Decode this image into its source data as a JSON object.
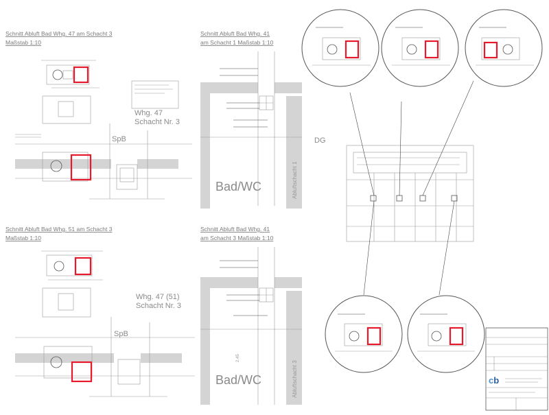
{
  "sections": [
    {
      "title_line1": "Schnitt Abluft Bad Whg. 47 am Schacht 3",
      "title_line2": "Maßstab 1:10"
    },
    {
      "title_line1": "Schnitt Abluft Bad Whg. 41",
      "title_line2": "am Schacht 1 Maßstab 1:10"
    },
    {
      "title_line1": "Schnitt Abluft Bad Whg. 51 am Schacht 3",
      "title_line2": "Maßstab 1:10"
    },
    {
      "title_line1": "Schnitt Abluft Bad Whg. 41",
      "title_line2": "am Schacht 3 Maßstab 1:10"
    }
  ],
  "labels": {
    "whg_top_1": "Whg. 47",
    "whg_top_2": "Schacht Nr. 3",
    "whg_bot_1": "Whg. 47 (51)",
    "whg_bot_2": "Schacht Nr. 3",
    "spb_top": "SpB",
    "spb_bot": "SpB",
    "dg": "DG",
    "bad_top": "Bad/WC",
    "bad_bot": "Bad/WC",
    "schacht_top": "Abluftschacht 1",
    "schacht_bot": "Abluftschacht 3",
    "dim_bot": "2.45"
  },
  "title_block": {
    "logo": "cb",
    "colors": {
      "logo_c": "#4a90c8",
      "logo_b": "#2b5f9e",
      "highlight": "#e8192c"
    }
  }
}
